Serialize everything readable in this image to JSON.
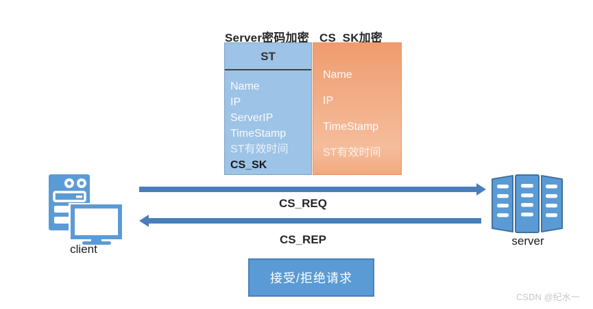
{
  "colors": {
    "st_box_fill": "#9DC3E6",
    "sk_box_fill_top": "#EF9C6F",
    "sk_box_fill_bottom": "#F5BD9C",
    "arrow": "#4A7EBB",
    "icon_fill": "#5B9BD5",
    "icon_border": "#41719C",
    "decision_fill": "#5B9BD5",
    "decision_border": "#4A7FB5",
    "header_text": "#262626",
    "field_text": "#ffffff"
  },
  "encryption_headers": {
    "server_password": "Server密码加密",
    "cs_sk": "CS_SK加密"
  },
  "st_ticket_box": {
    "title": "ST",
    "fields": [
      "Name",
      "IP",
      "ServerIP",
      "TimeStamp",
      "ST有效时间"
    ],
    "last_field": "CS_SK"
  },
  "cs_sk_box": {
    "fields": [
      "Name",
      "IP",
      "TimeStamp",
      "ST有效时间"
    ]
  },
  "messages": {
    "request": "CS_REQ",
    "reply": "CS_REP"
  },
  "nodes": {
    "client": "client",
    "server": "server"
  },
  "decision_box": {
    "label": "接受/拒绝请求"
  },
  "watermark": {
    "text": "CSDN @纪水一"
  }
}
